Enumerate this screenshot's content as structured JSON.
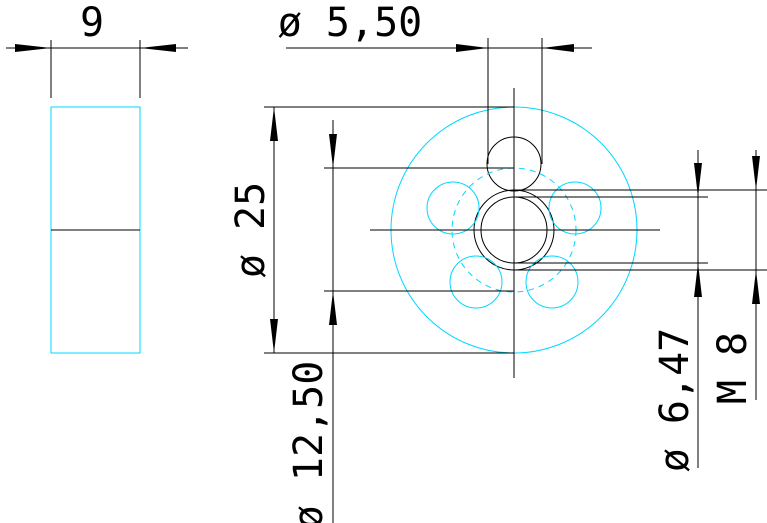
{
  "dimensions": {
    "thickness": "9",
    "hole_diameter": "ø 5,50",
    "outer_diameter": "ø 25",
    "pitch_circle_diameter": "ø 12,50",
    "core_diameter": "ø 6,47",
    "thread": "M 8"
  },
  "colors": {
    "dimension_lines": "#000000",
    "part_outline": "#00d8ff",
    "background": "#ffffff"
  }
}
